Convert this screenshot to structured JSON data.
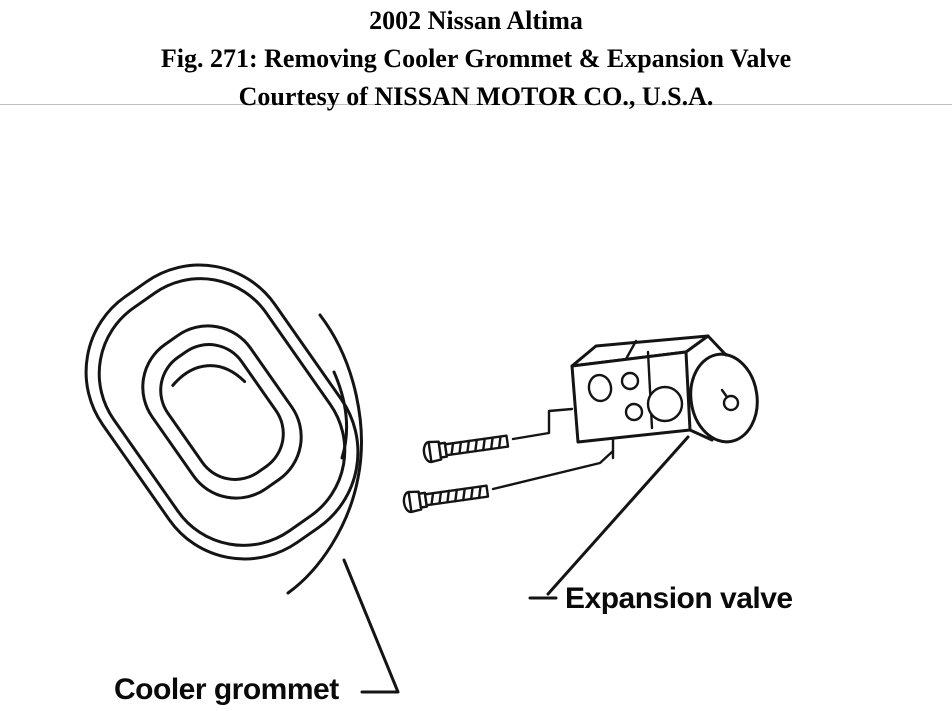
{
  "header": {
    "title": "2002 Nissan Altima",
    "subtitle": "Fig. 271: Removing Cooler Grommet & Expansion Valve",
    "courtesy": "Courtesy of NISSAN MOTOR CO., U.S.A."
  },
  "figure": {
    "labels": {
      "expansion_valve": "Expansion valve",
      "cooler_grommet": "Cooler grommet"
    }
  },
  "colors": {
    "ink": "#141414",
    "rule": "#bfbfbf",
    "background": "#ffffff"
  }
}
